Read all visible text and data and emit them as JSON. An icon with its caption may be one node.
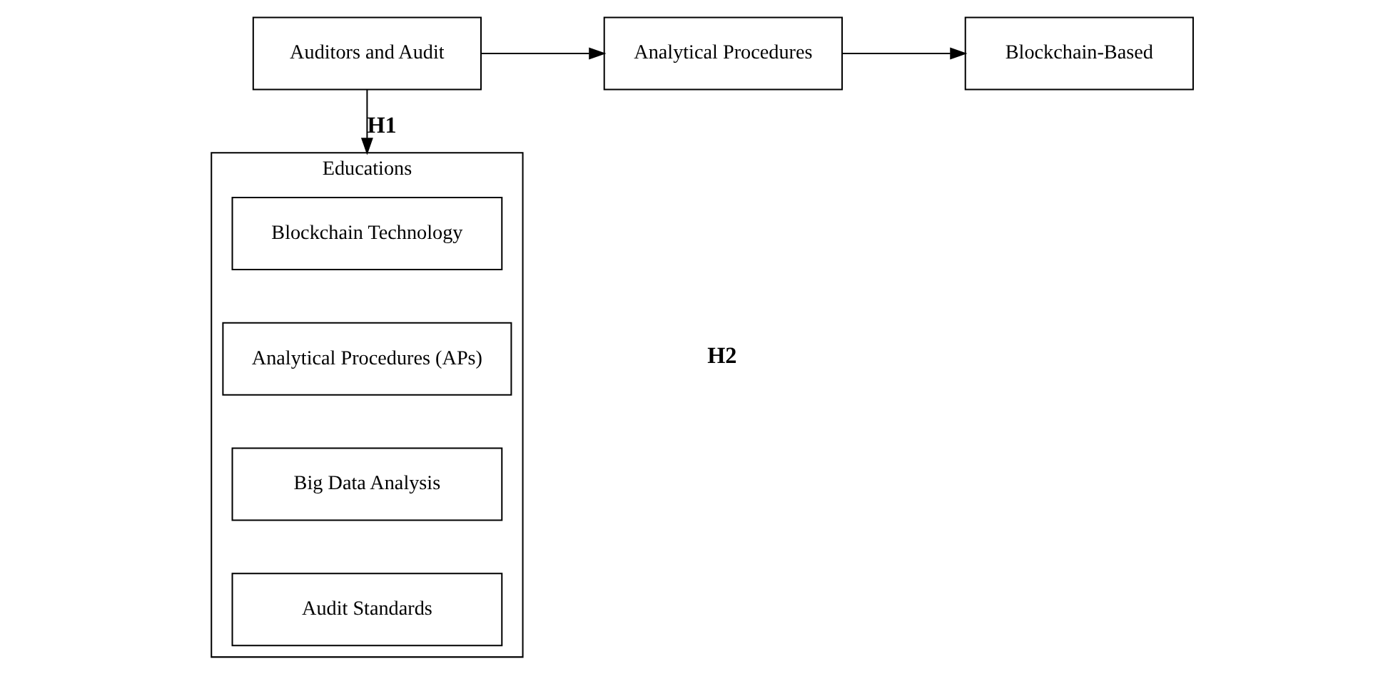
{
  "diagram": {
    "nodes": [
      {
        "text": [
          "Auditors and Audit"
        ]
      },
      {
        "text": [
          "Analytical Procedures"
        ]
      },
      {
        "text": [
          "Blockchain-Based"
        ]
      },
      {
        "text": [
          "Educations"
        ]
      },
      {
        "text": [
          "Blockchain Technology"
        ],
        "in": 3
      },
      {
        "text": [
          "Analytical Procedures (APs)"
        ],
        "in": 3
      },
      {
        "text": [
          "Big Data Analysis"
        ],
        "in": 3
      },
      {
        "text": [
          "Audit Standards"
        ],
        "in": 3
      }
    ],
    "edges": [
      {
        "from": 0,
        "to": 1,
        "arrow": "to"
      },
      {
        "from": 1,
        "to": 2,
        "arrow": "to"
      },
      {
        "from": 0,
        "to": 3,
        "arrow": "to",
        "label": "H1"
      }
    ],
    "labels": [
      "H2"
    ]
  }
}
